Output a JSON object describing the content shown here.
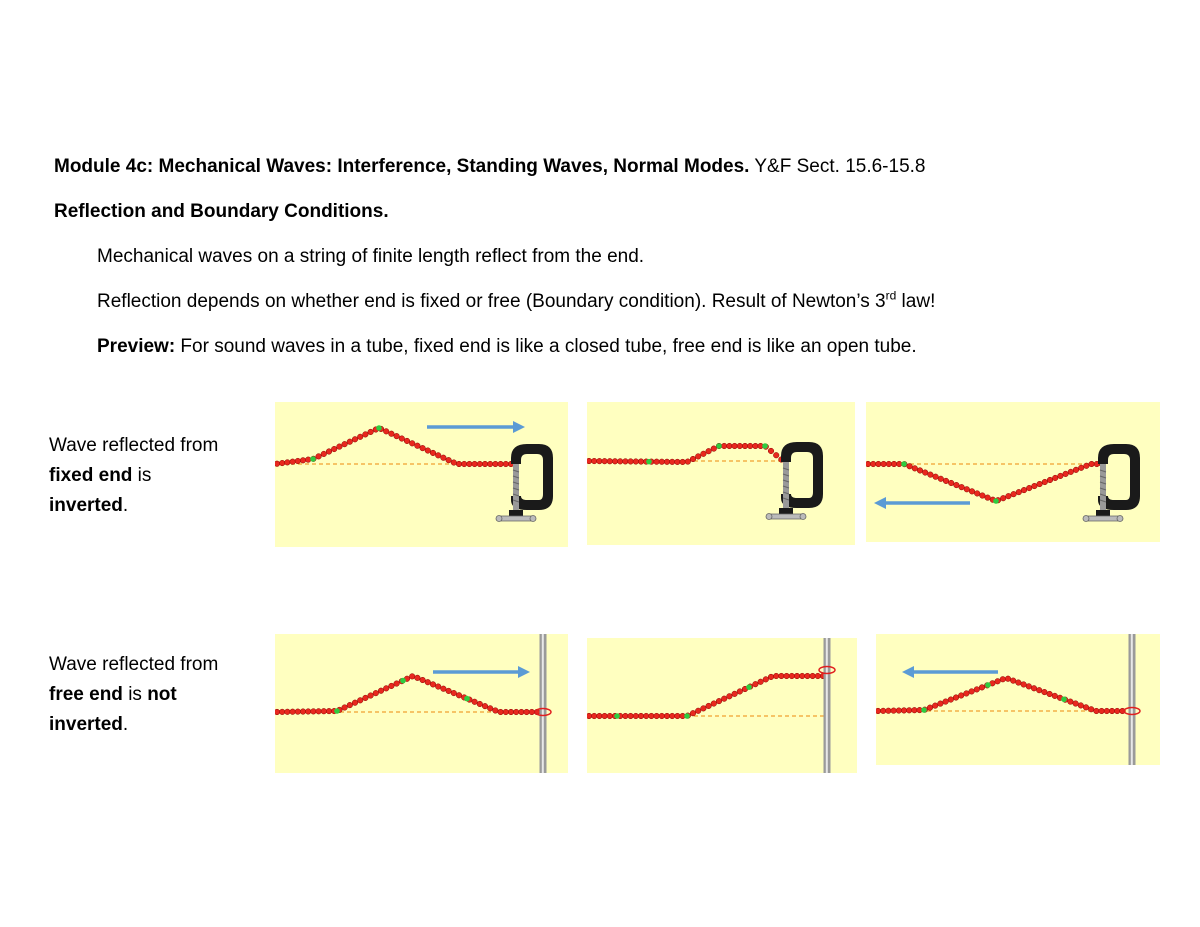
{
  "header": {
    "title_bold": "Module 4c: Mechanical Waves: Interference, Standing Waves, Normal Modes.",
    "title_ref": " Y&F Sect. 15.6-15.8"
  },
  "section": {
    "heading": "Reflection and Boundary Conditions."
  },
  "paragraphs": {
    "p1": "Mechanical waves on a string of finite length reflect from the end.",
    "p2_start": "Reflection depends on whether end is fixed or free (Boundary condition). Result of Newton’s 3",
    "p2_sup": "rd",
    "p2_end": " law!",
    "p3_bold": "Preview:",
    "p3_text": " For sound waves in a tube, fixed end is like a closed tube, free end is like an open tube."
  },
  "fixed_row": {
    "l1": "Wave reflected from",
    "l2_bold": "fixed end",
    "l2_text": " is",
    "l3_bold": "inverted",
    "l3_text": "."
  },
  "free_row": {
    "l1": "Wave reflected from",
    "l2_bold1": "free end",
    "l2_text": " is ",
    "l2_bold2": "not",
    "l3_bold": "inverted",
    "l3_text": "."
  },
  "colors": {
    "panel_bg": "#ffffc0",
    "bead": "#e8281e",
    "bead_marker": "#2ecc40",
    "equilibrium_line": "#f0a030",
    "arrow": "#5b9bd5",
    "clamp": "#1a1a1a",
    "rod": "#9a9a9a"
  }
}
